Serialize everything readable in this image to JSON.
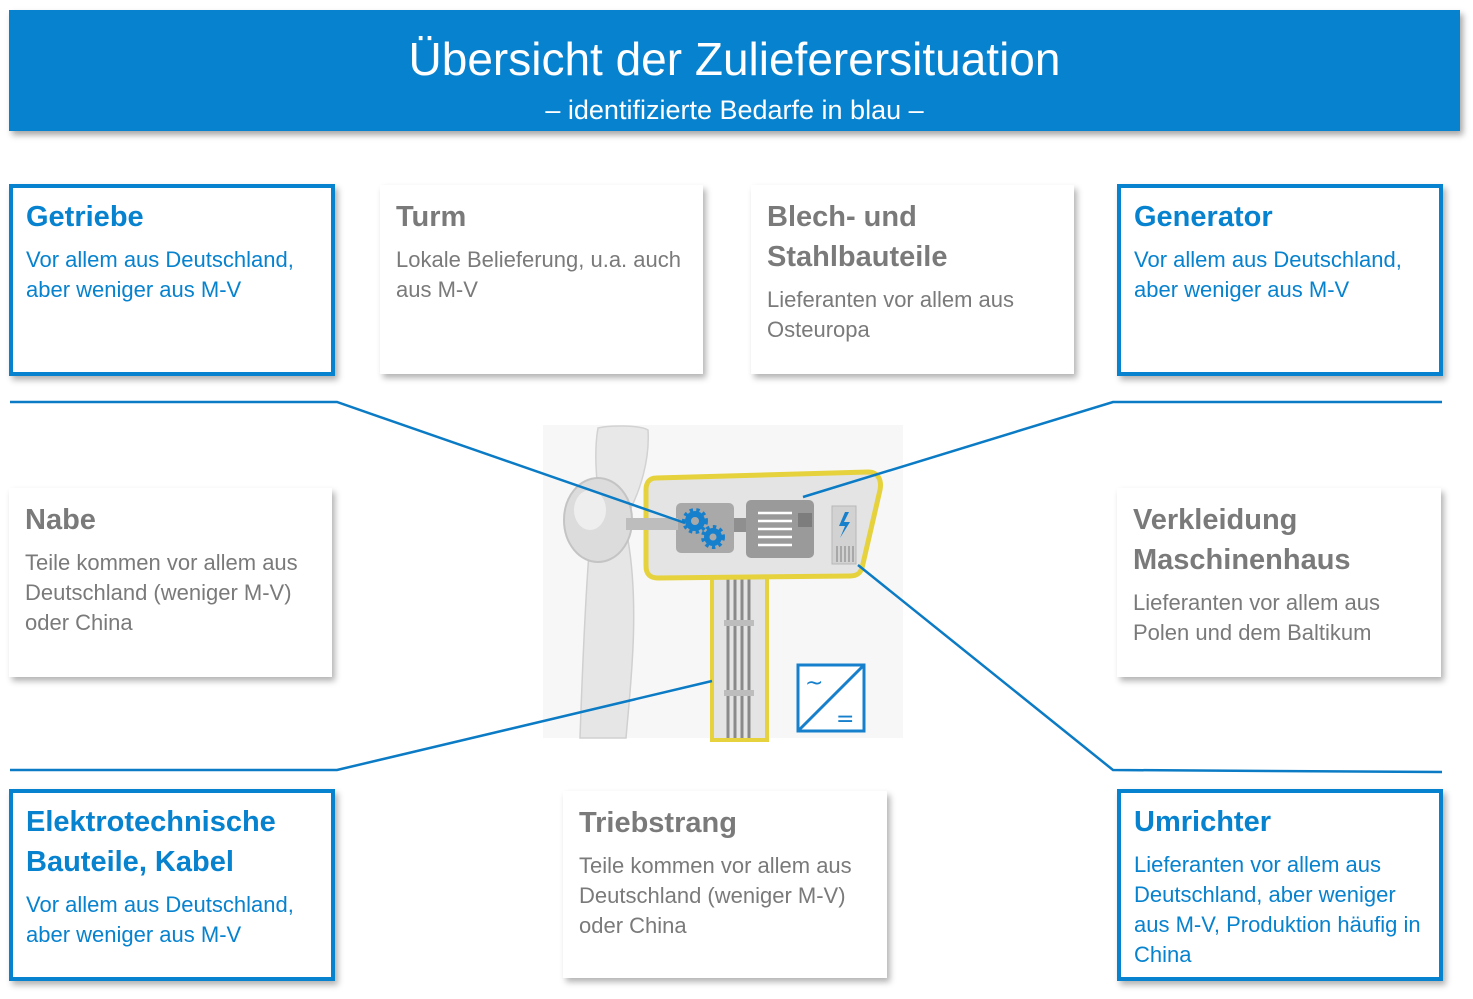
{
  "header": {
    "title": "Übersicht der Zulieferersituation",
    "subtitle": "– identifizierte Bedarfe in blau –"
  },
  "colors": {
    "accent": "#0782cf",
    "muted_text": "#7a7a7a",
    "nacelle_outline": "#e6d23c"
  },
  "cards": {
    "getriebe": {
      "title": "Getriebe",
      "desc": "Vor allem aus Deutschland, aber weniger aus M-V",
      "highlighted": true
    },
    "turm": {
      "title": "Turm",
      "desc": "Lokale Belieferung, u.a. auch aus M-V",
      "highlighted": false
    },
    "blech": {
      "title": "Blech- und Stahlbauteile",
      "desc": "Lieferanten vor allem aus Osteuropa",
      "highlighted": false
    },
    "generator": {
      "title": "Generator",
      "desc": "Vor allem aus Deutschland, aber weniger aus M-V",
      "highlighted": true
    },
    "nabe": {
      "title": "Nabe",
      "desc": "Teile kommen vor allem aus Deutschland (weniger M-V) oder China",
      "highlighted": false
    },
    "verkleidung": {
      "title": "Verkleidung Maschinenhaus",
      "desc": "Lieferanten vor allem aus Polen und dem Baltikum",
      "highlighted": false
    },
    "elektro": {
      "title": "Elektrotechnische Bauteile, Kabel",
      "desc": "Vor allem aus Deutschland, aber weniger aus M-V",
      "highlighted": true
    },
    "triebstrang": {
      "title": "Triebstrang",
      "desc": "Teile kommen vor allem aus Deutschland (weniger M-V) oder China",
      "highlighted": false
    },
    "umrichter": {
      "title": "Umrichter",
      "desc": "Lieferanten vor allem aus Deutschland, aber weniger aus M-V, Produktion häufig in China",
      "highlighted": true
    }
  },
  "icons": {
    "converter_symbol_top": "~",
    "converter_symbol_bottom": "="
  }
}
